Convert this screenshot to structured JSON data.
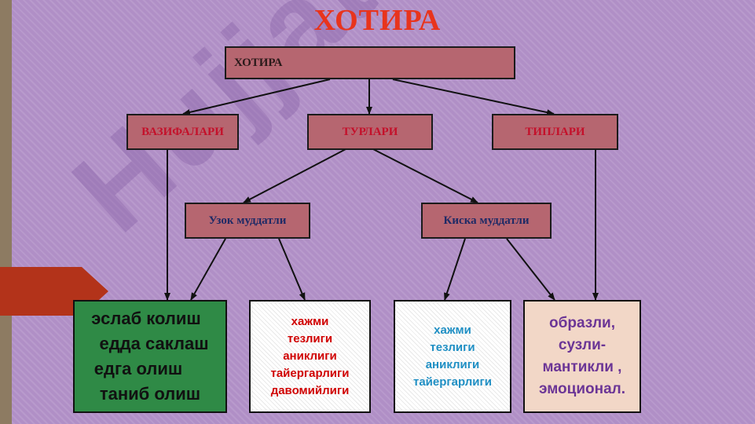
{
  "title": "ХОТИРА",
  "watermark": "Hujjat.uz",
  "diagram": {
    "root": "ХОТИРА",
    "level1": {
      "functions": "ВАЗИФАЛАРИ",
      "kinds": "ТУРЛАРИ",
      "types": "ТИПЛАРИ"
    },
    "level2": {
      "long_term": "Узок муддатли",
      "short_term": "Киска муддатли"
    },
    "leaves": {
      "functions_list": [
        "эслаб колиш",
        "едда саклаш",
        "едга олиш",
        "таниб олиш"
      ],
      "long_term_list": [
        "хажми",
        "тезлиги",
        "аниклиги",
        "тайергарлиги",
        "давомийлиги"
      ],
      "short_term_list": [
        "хажми",
        "тезлиги",
        "аниклиги",
        "тайергарлиги"
      ],
      "types_list": [
        "образли,",
        "сузли-",
        "мантикли ,",
        "эмоционал."
      ]
    }
  },
  "colors": {
    "background": "#b08fc6",
    "title": "#e8341c",
    "node_fill": "#b66670",
    "functions_box": "#2f8a46",
    "types_box": "#f2d7c7"
  }
}
